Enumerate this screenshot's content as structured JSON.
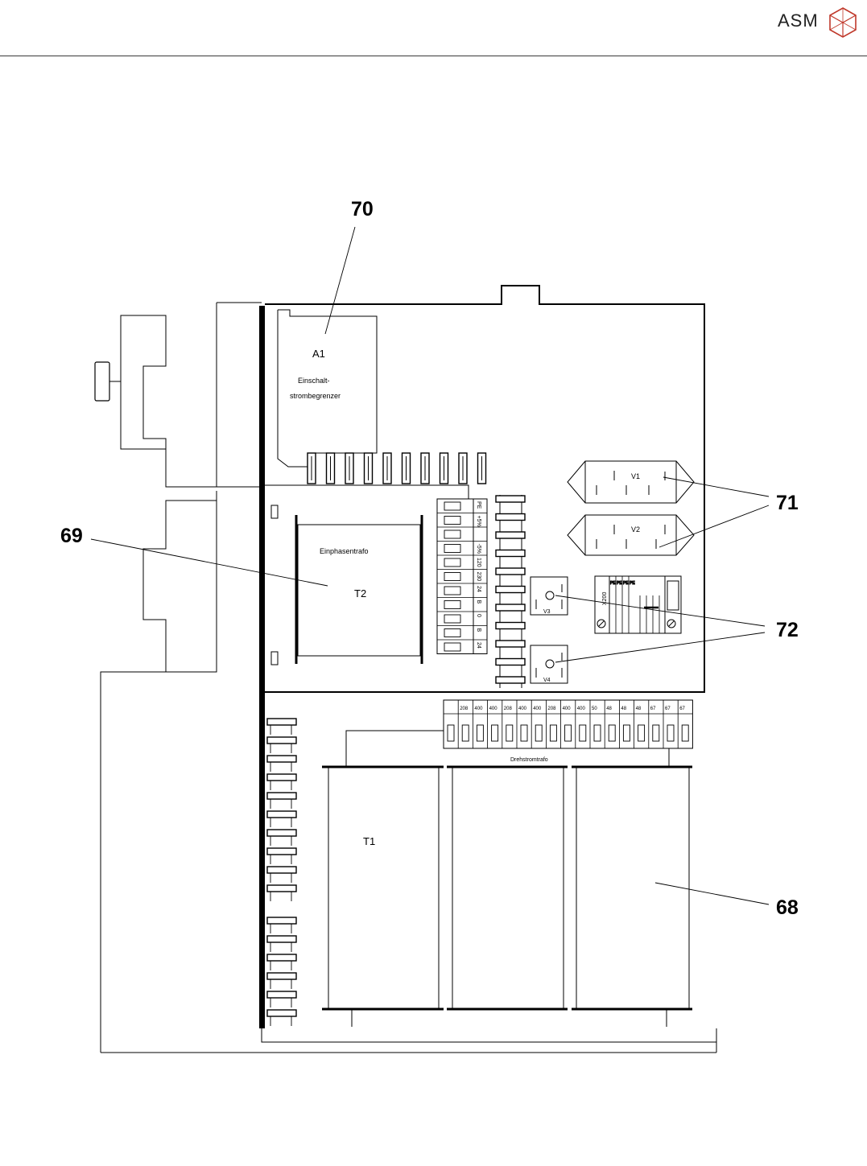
{
  "header": {
    "brand": "ASM"
  },
  "callouts": {
    "c68": "68",
    "c69": "69",
    "c70": "70",
    "c71": "71",
    "c72": "72"
  },
  "components": {
    "a1_label": "A1",
    "a1_desc_line1": "Einschalt-",
    "a1_desc_line2": "strombegrenzer",
    "t2_desc": "Einphasentrafo",
    "t2_label": "T2",
    "t1_label": "T1",
    "drehstrom_desc": "Drehstromtrafo",
    "v1": "V1",
    "v2": "V2",
    "v3": "V3",
    "v4": "V4",
    "x200": "X200"
  },
  "terminal_strip_vertical": [
    "PE",
    "+5%",
    "",
    "-5%",
    "120",
    "230",
    "24",
    "B",
    "0",
    "B",
    "24"
  ],
  "terminal_strip_horizontal": [
    "",
    "208",
    "400",
    "400",
    "208",
    "400",
    "400",
    "208",
    "400",
    "400",
    "50",
    "48",
    "48",
    "48",
    "67",
    "67",
    "67"
  ],
  "x200_terminals": [
    "PE",
    "PE",
    "PE",
    "PE"
  ]
}
